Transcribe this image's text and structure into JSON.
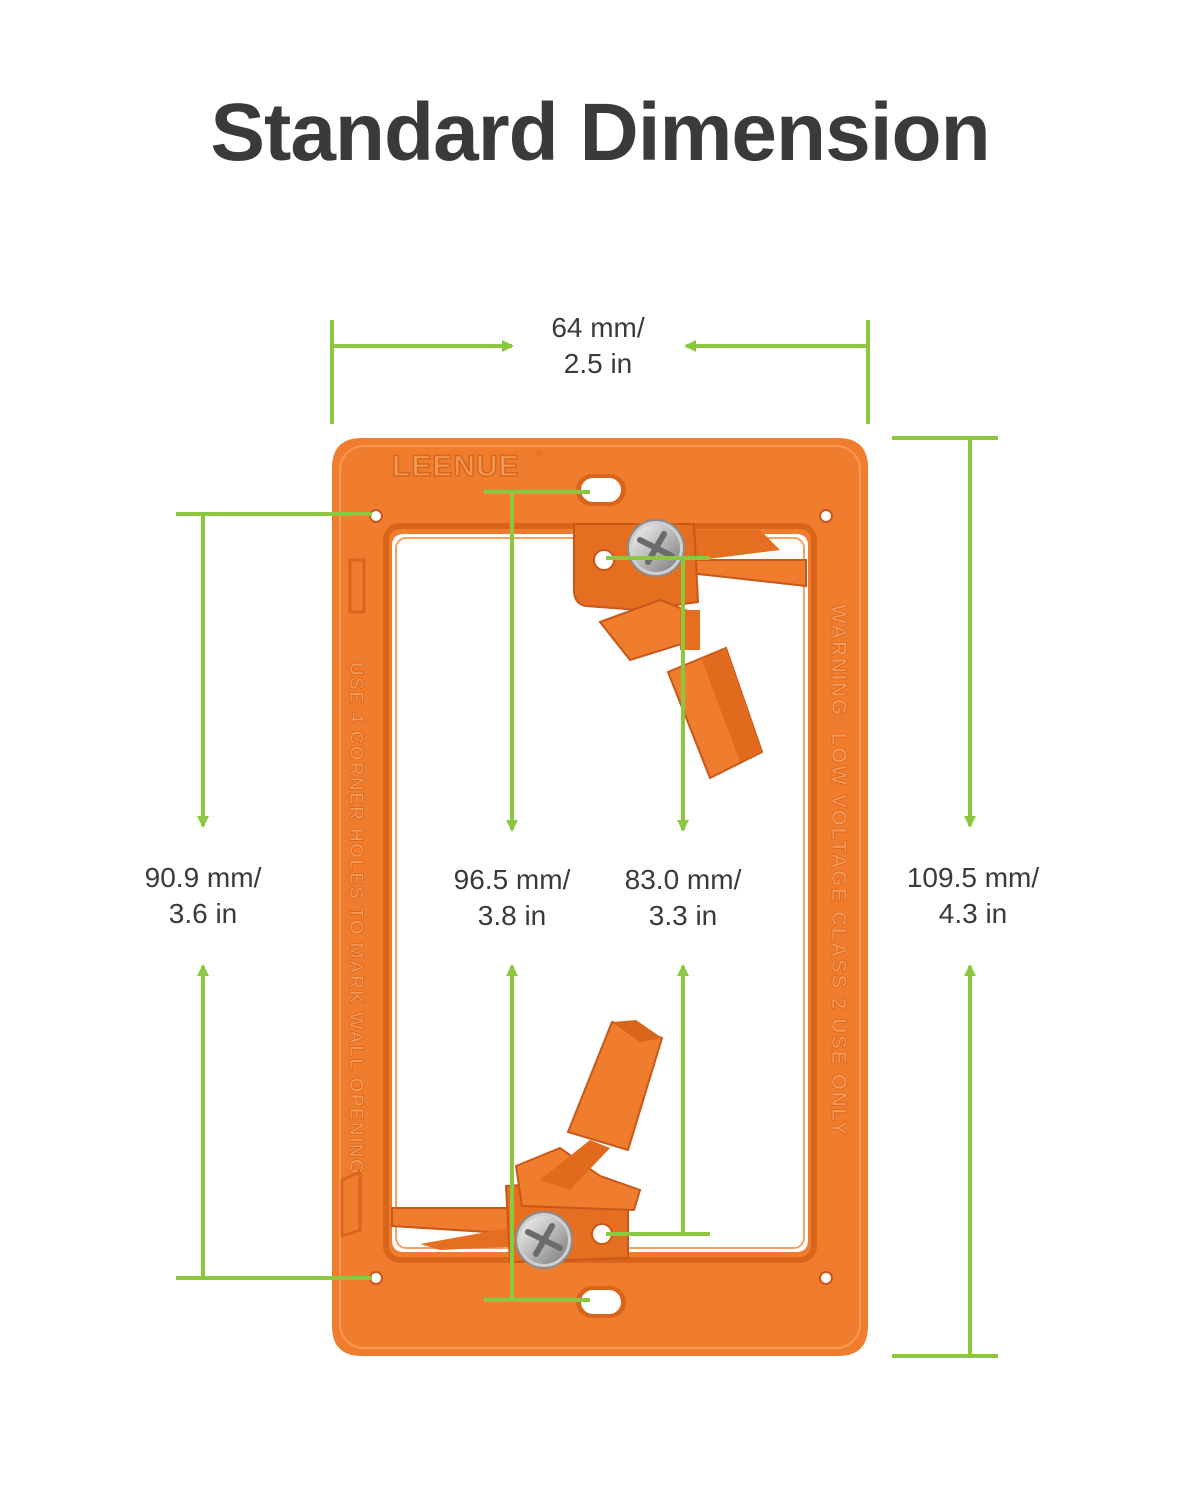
{
  "title": "Standard Dimension",
  "brand_logo": "LEENUE",
  "embossed": {
    "left_side": "USE 4 CORNER HOLES TO MARK WALL OPENING",
    "right_side": "WARNING: LOW VOLTAGE CLASS 2 USE ONLY"
  },
  "dimensions": {
    "width": {
      "line1": "64 mm/",
      "line2": "2.5 in"
    },
    "corner_holes": {
      "line1": "90.9 mm/",
      "line2": "3.6 in"
    },
    "mount_holes": {
      "line1": "96.5 mm/",
      "line2": "3.8 in"
    },
    "screw_holes": {
      "line1": "83.0 mm/",
      "line2": "3.3 in"
    },
    "height": {
      "line1": "109.5 mm/",
      "line2": "4.3 in"
    }
  },
  "colors": {
    "bracket": "#f07c2e",
    "bracket_dark": "#d9651a",
    "dimension_line": "#8dc63f",
    "text": "#3a3a3a"
  }
}
